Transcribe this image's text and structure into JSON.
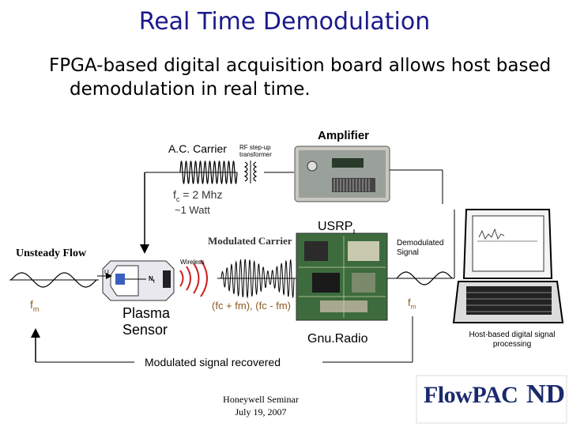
{
  "slide": {
    "title": "Real Time Demodulation",
    "body_line1": "FPGA-based digital acquisition board allows host based",
    "body_line2": "demodulation in real time."
  },
  "diagram": {
    "ac_carrier": "A.C. Carrier",
    "rf_transformer_line1": "RF step-up",
    "rf_transformer_line2": "transformer",
    "amplifier": "Amplifier",
    "fc_label": "f",
    "fc_sub": "c",
    "fc_value": " = 2 Mhz",
    "power": "~1 Watt",
    "usrp": "USRP",
    "unsteady_flow": "Unsteady Flow",
    "modulated_carrier": "Modulated Carrier",
    "wireless": "Wireless",
    "demodulated_line1": "Demodulated",
    "demodulated_line2": "Signal",
    "fm_left": "f",
    "fm_left_sub": "m",
    "fm_right": "f",
    "fm_right_sub": "m",
    "sidebands": "(fc + fm), (fc - fm)",
    "plasma_line1": "Plasma",
    "plasma_line2": "Sensor",
    "gnuradio": "Gnu.Radio",
    "host_line1": "Host-based digital signal",
    "host_line2": "processing",
    "recovered": "Modulated signal recovered",
    "u_label": "U",
    "n_label": "N",
    "n_sub": "t"
  },
  "footer": {
    "line1": "Honeywell Seminar",
    "line2": "July 19, 2007"
  },
  "logo": {
    "text": "FlowPAC",
    "mark": "ND"
  },
  "colors": {
    "title": "#1a1a8c",
    "wave_red": "#cc2222",
    "logo_text": "#1a2a6c",
    "logo_mark": "#1a2a6c",
    "sensor_blue": "#3a5fbf"
  }
}
